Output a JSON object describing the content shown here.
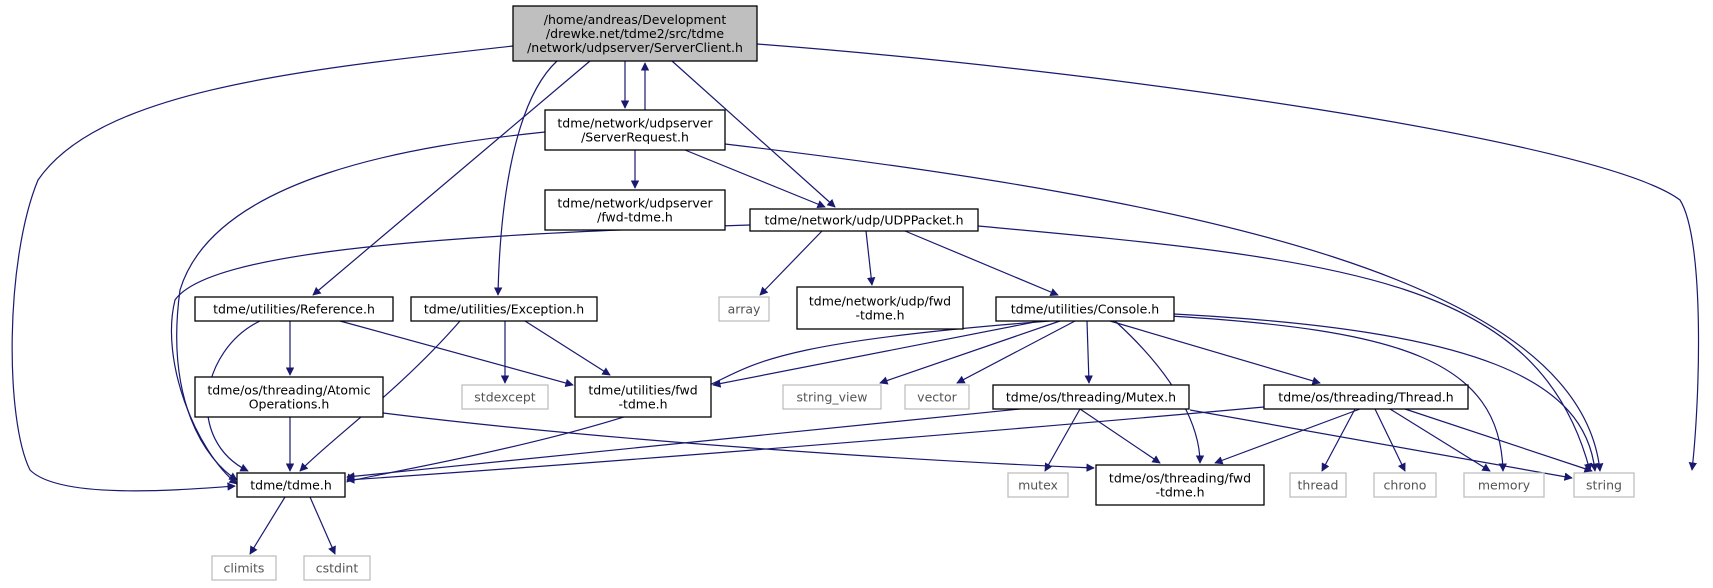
{
  "graph": {
    "title": "",
    "colors": {
      "edge": "#191970",
      "node_border": "#000000",
      "external_border": "#bfbfbf",
      "root_fill": "#bfbfbf",
      "background": "#ffffff"
    },
    "nodes": [
      {
        "id": "ServerClient",
        "lines": [
          "/home/andreas/Development",
          "/drewke.net/tdme2/src/tdme",
          "/network/udpserver/ServerClient.h"
        ],
        "kind": "root"
      },
      {
        "id": "ServerRequest",
        "lines": [
          "tdme/network/udpserver",
          "/ServerRequest.h"
        ],
        "kind": "header"
      },
      {
        "id": "udpserver_fwd",
        "lines": [
          "tdme/network/udpserver",
          "/fwd-tdme.h"
        ],
        "kind": "header"
      },
      {
        "id": "UDPPacket",
        "lines": [
          "tdme/network/udp/UDPPacket.h"
        ],
        "kind": "header"
      },
      {
        "id": "Reference",
        "lines": [
          "tdme/utilities/Reference.h"
        ],
        "kind": "header"
      },
      {
        "id": "Exception",
        "lines": [
          "tdme/utilities/Exception.h"
        ],
        "kind": "header"
      },
      {
        "id": "array",
        "lines": [
          "array"
        ],
        "kind": "external"
      },
      {
        "id": "udp_fwd",
        "lines": [
          "tdme/network/udp/fwd",
          "-tdme.h"
        ],
        "kind": "header"
      },
      {
        "id": "Console",
        "lines": [
          "tdme/utilities/Console.h"
        ],
        "kind": "header"
      },
      {
        "id": "AtomicOps",
        "lines": [
          "tdme/os/threading/Atomic",
          "Operations.h"
        ],
        "kind": "header"
      },
      {
        "id": "stdexcept",
        "lines": [
          "stdexcept"
        ],
        "kind": "external"
      },
      {
        "id": "utilities_fwd",
        "lines": [
          "tdme/utilities/fwd",
          "-tdme.h"
        ],
        "kind": "header"
      },
      {
        "id": "string_view",
        "lines": [
          "string_view"
        ],
        "kind": "external"
      },
      {
        "id": "vector",
        "lines": [
          "vector"
        ],
        "kind": "external"
      },
      {
        "id": "Mutex",
        "lines": [
          "tdme/os/threading/Mutex.h"
        ],
        "kind": "header"
      },
      {
        "id": "Thread",
        "lines": [
          "tdme/os/threading/Thread.h"
        ],
        "kind": "header"
      },
      {
        "id": "tdme_h",
        "lines": [
          "tdme/tdme.h"
        ],
        "kind": "header"
      },
      {
        "id": "mutex",
        "lines": [
          "mutex"
        ],
        "kind": "external"
      },
      {
        "id": "threading_fwd",
        "lines": [
          "tdme/os/threading/fwd",
          "-tdme.h"
        ],
        "kind": "header"
      },
      {
        "id": "thread",
        "lines": [
          "thread"
        ],
        "kind": "external"
      },
      {
        "id": "chrono",
        "lines": [
          "chrono"
        ],
        "kind": "external"
      },
      {
        "id": "memory",
        "lines": [
          "memory"
        ],
        "kind": "external"
      },
      {
        "id": "string",
        "lines": [
          "string"
        ],
        "kind": "external"
      },
      {
        "id": "climits",
        "lines": [
          "climits"
        ],
        "kind": "external"
      },
      {
        "id": "cstdint",
        "lines": [
          "cstdint"
        ],
        "kind": "external"
      }
    ],
    "edges": [
      {
        "from": "ServerClient",
        "to": "ServerRequest"
      },
      {
        "from": "ServerRequest",
        "to": "ServerClient"
      },
      {
        "from": "ServerClient",
        "to": "UDPPacket"
      },
      {
        "from": "ServerClient",
        "to": "Reference"
      },
      {
        "from": "ServerClient",
        "to": "Exception"
      },
      {
        "from": "ServerClient",
        "to": "tdme_h"
      },
      {
        "from": "ServerClient",
        "to": "string"
      },
      {
        "from": "ServerRequest",
        "to": "udpserver_fwd"
      },
      {
        "from": "ServerRequest",
        "to": "UDPPacket"
      },
      {
        "from": "ServerRequest",
        "to": "tdme_h"
      },
      {
        "from": "ServerRequest",
        "to": "string"
      },
      {
        "from": "UDPPacket",
        "to": "array"
      },
      {
        "from": "UDPPacket",
        "to": "udp_fwd"
      },
      {
        "from": "UDPPacket",
        "to": "Console"
      },
      {
        "from": "UDPPacket",
        "to": "tdme_h"
      },
      {
        "from": "UDPPacket",
        "to": "string"
      },
      {
        "from": "Reference",
        "to": "AtomicOps"
      },
      {
        "from": "Reference",
        "to": "utilities_fwd"
      },
      {
        "from": "Reference",
        "to": "tdme_h"
      },
      {
        "from": "Exception",
        "to": "stdexcept"
      },
      {
        "from": "Exception",
        "to": "utilities_fwd"
      },
      {
        "from": "Exception",
        "to": "tdme_h"
      },
      {
        "from": "Console",
        "to": "utilities_fwd"
      },
      {
        "from": "Console",
        "to": "string_view"
      },
      {
        "from": "Console",
        "to": "vector"
      },
      {
        "from": "Console",
        "to": "Mutex"
      },
      {
        "from": "Console",
        "to": "Thread"
      },
      {
        "from": "Console",
        "to": "threading_fwd"
      },
      {
        "from": "Console",
        "to": "memory"
      },
      {
        "from": "Console",
        "to": "string"
      },
      {
        "from": "Console",
        "to": "tdme_h"
      },
      {
        "from": "AtomicOps",
        "to": "tdme_h"
      },
      {
        "from": "AtomicOps",
        "to": "threading_fwd"
      },
      {
        "from": "Mutex",
        "to": "mutex"
      },
      {
        "from": "Mutex",
        "to": "threading_fwd"
      },
      {
        "from": "Mutex",
        "to": "string"
      },
      {
        "from": "Mutex",
        "to": "tdme_h"
      },
      {
        "from": "Thread",
        "to": "thread"
      },
      {
        "from": "Thread",
        "to": "chrono"
      },
      {
        "from": "Thread",
        "to": "memory"
      },
      {
        "from": "Thread",
        "to": "string"
      },
      {
        "from": "Thread",
        "to": "threading_fwd"
      },
      {
        "from": "Thread",
        "to": "tdme_h"
      },
      {
        "from": "tdme_h",
        "to": "climits"
      },
      {
        "from": "tdme_h",
        "to": "cstdint"
      }
    ]
  }
}
